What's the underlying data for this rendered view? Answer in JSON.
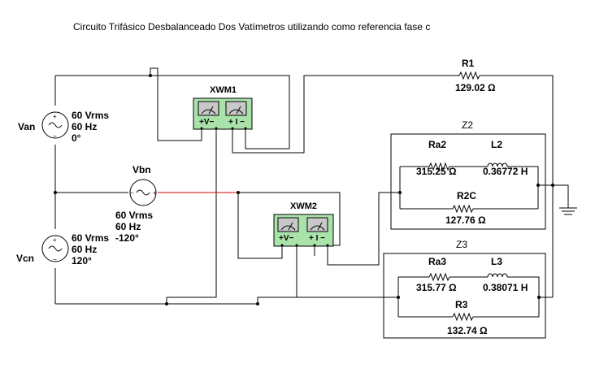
{
  "title": "Circuito Trifásico Desbalanceado Dos Vatímetros utilizando como referencia fase c",
  "sources": {
    "van": {
      "name": "Van",
      "voltage": "60 Vrms",
      "frequency": "60 Hz",
      "phase": "0°"
    },
    "vbn": {
      "name": "Vbn",
      "voltage": "60 Vrms",
      "frequency": "60 Hz",
      "phase": "-120°"
    },
    "vcn": {
      "name": "Vcn",
      "voltage": "60 Vrms",
      "frequency": "60 Hz",
      "phase": "120°"
    }
  },
  "wattmeters": {
    "xwm1": {
      "name": "XWM1",
      "terminal_v": "+V−",
      "terminal_i": "+ I −"
    },
    "xwm2": {
      "name": "XWM2",
      "terminal_v": "+V−",
      "terminal_i": "+ I −"
    }
  },
  "loads": {
    "r1": {
      "name": "R1",
      "value": "129.02 Ω"
    },
    "z2": {
      "name": "Z2",
      "ra_name": "Ra2",
      "ra_value": "315.25 Ω",
      "l_name": "L2",
      "l_value": "0.36772 H",
      "rc_name": "R2C",
      "rc_value": "127.76 Ω"
    },
    "z3": {
      "name": "Z3",
      "ra_name": "Ra3",
      "ra_value": "315.77 Ω",
      "l_name": "L3",
      "l_value": "0.38071 H",
      "r_name": "R3",
      "r_value": "132.74 Ω"
    }
  },
  "colors": {
    "wire": "#000000",
    "wire_highlight": "#d40000",
    "meter_body": "#a9e3a9",
    "meter_window": "#c8c8c8"
  }
}
